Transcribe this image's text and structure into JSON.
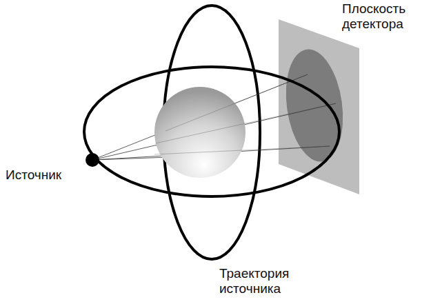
{
  "diagram": {
    "labels": [
      "Плоскость детектора",
      "Источник",
      "Траектория источника"
    ]
  }
}
